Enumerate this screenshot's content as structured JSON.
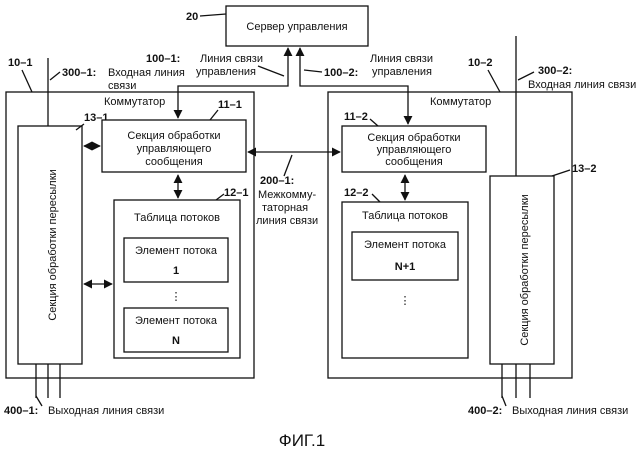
{
  "figure": {
    "caption": "ФИГ.1"
  },
  "server": {
    "ref": "20",
    "label": "Сервер управления"
  },
  "links": {
    "ctrl1": {
      "ref": "100–1:",
      "line1": "Линия связи",
      "line2": "управления"
    },
    "ctrl2": {
      "ref": "100–2:",
      "line1": "Линия связи",
      "line2": "управления"
    },
    "inter": {
      "ref": "200–1:",
      "line1": "Межкомму-",
      "line2": "таторная",
      "line3": "линия связи"
    }
  },
  "switch1": {
    "ref": "10–1",
    "label": "Коммутатор",
    "input_ref": "300–1:",
    "input_label": "Входная линия",
    "input_label2": "связи",
    "output_ref": "400–1:",
    "output_label": "Выходная линия связи",
    "forward": {
      "ref": "13–1",
      "label": "Секция обработки пересылки"
    },
    "control": {
      "ref": "11–1",
      "line1": "Секция обработки",
      "line2": "управляющего",
      "line3": "сообщения"
    },
    "table": {
      "ref": "12–1",
      "label": "Таблица потоков",
      "entries": [
        {
          "label": "Элемент потока",
          "value": "1"
        },
        {
          "label": "Элемент потока",
          "value": "N"
        }
      ],
      "ellipsis": "⋮"
    }
  },
  "switch2": {
    "ref": "10–2",
    "label": "Коммутатор",
    "input_ref": "300–2:",
    "input_label": "Входная линия связи",
    "output_ref": "400–2:",
    "output_label": "Выходная линия связи",
    "forward": {
      "ref": "13–2",
      "label": "Секция обработки пересылки"
    },
    "control": {
      "ref": "11–2",
      "line1": "Секция обработки",
      "line2": "управляющего",
      "line3": "сообщения"
    },
    "table": {
      "ref": "12–2",
      "label": "Таблица потоков",
      "entries": [
        {
          "label": "Элемент потока",
          "value": "N+1"
        }
      ],
      "ellipsis": "⋮"
    }
  }
}
